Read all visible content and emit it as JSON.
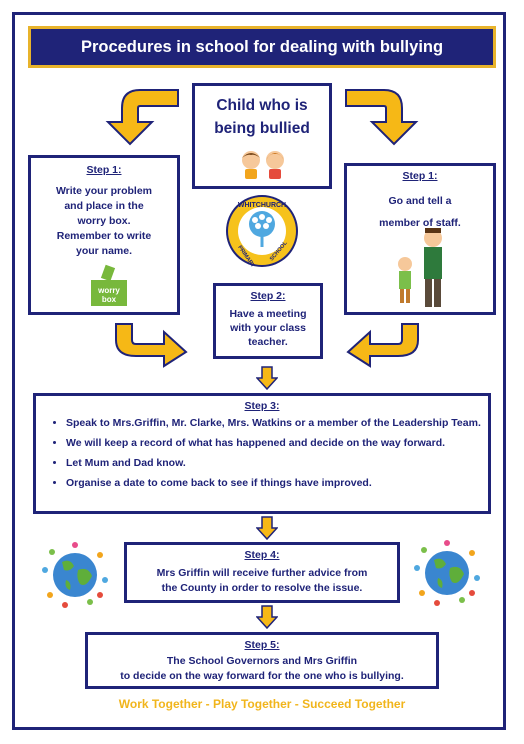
{
  "header": {
    "title": "Procedures in school for dealing with bullying"
  },
  "center": {
    "line1": "Child who is",
    "line2": "being bullied"
  },
  "step1_left": {
    "heading": "Step 1:",
    "lines": [
      "Write your problem",
      "and place in the",
      "worry box.",
      "Remember to write",
      "your name."
    ],
    "icon_text": [
      "worry",
      "box"
    ]
  },
  "step1_right": {
    "heading": "Step 1:",
    "lines": [
      "Go and tell a",
      "member of staff."
    ]
  },
  "logo": {
    "top_text": "WHITCHURCH",
    "left_text": "PRIMARY",
    "right_text": "SCHOOL"
  },
  "step2": {
    "heading": "Step 2:",
    "lines": [
      "Have a meeting",
      "with your class",
      "teacher."
    ]
  },
  "step3": {
    "heading": "Step 3:",
    "bullets": [
      "Speak to Mrs.Griffin, Mr. Clarke, Mrs. Watkins or a member of the Leadership Team.",
      "We will keep a record of what has happened and decide on the way forward.",
      "Let Mum and Dad know.",
      "Organise a date to come back to see if things have improved."
    ]
  },
  "step4": {
    "heading": "Step 4:",
    "lines": [
      "Mrs Griffin will receive further advice from",
      "the County in order to resolve the issue."
    ]
  },
  "step5": {
    "heading": "Step 5:",
    "lines": [
      "The School Governors and Mrs Griffin",
      "to decide on the way forward for the one who is bullying."
    ]
  },
  "footer": {
    "text": "Work Together - Play Together - Succeed Together"
  },
  "colors": {
    "navy": "#1f2378",
    "gold": "#f1b51c",
    "white": "#ffffff"
  },
  "icons": [
    "curved-arrow-icon",
    "down-arrow-icon",
    "children-icon",
    "worry-box-icon",
    "school-logo-icon",
    "staff-icon",
    "globe-icon"
  ]
}
